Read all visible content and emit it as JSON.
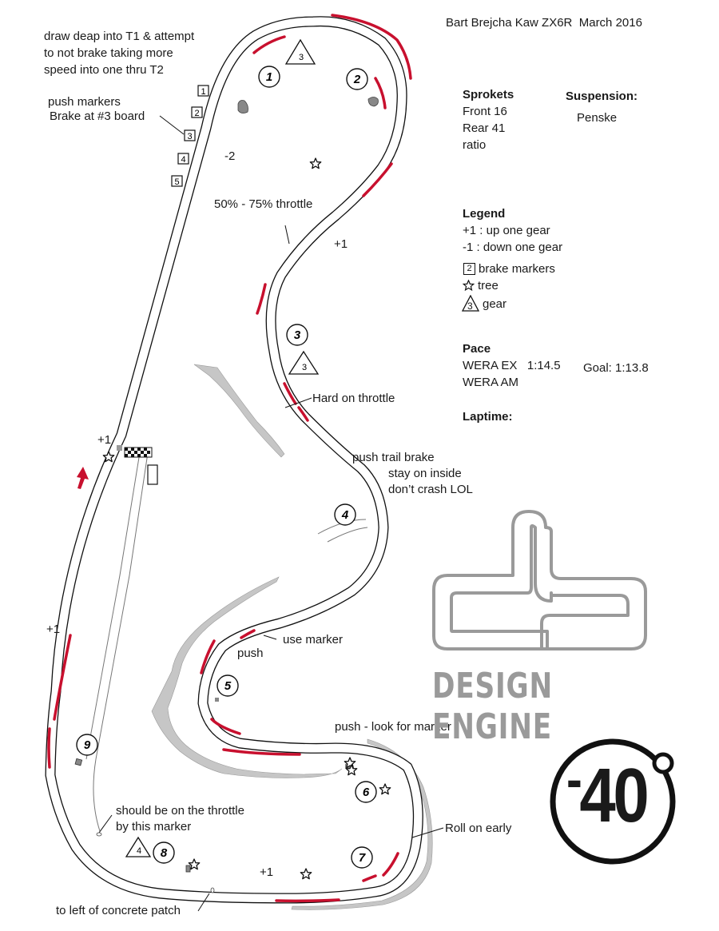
{
  "header": {
    "title": "Bart Brejcha Kaw ZX6R  March 2016"
  },
  "setup": {
    "sprockets_heading": "Sprokets",
    "front": "Front 16",
    "rear": "Rear 41",
    "ratio": "ratio",
    "suspension_heading": "Suspension:",
    "suspension_value": "Penske"
  },
  "legend": {
    "heading": "Legend",
    "up": "+1 : up one gear",
    "down": "-1 : down one gear",
    "brake_marker_glyph": "2",
    "brake_markers": "brake markers",
    "tree": "tree",
    "gear_glyph": "3",
    "gear": "gear"
  },
  "pace": {
    "heading": "Pace",
    "wera_ex": "WERA EX   1:14.5",
    "wera_am": "WERA AM",
    "goal": "Goal: 1:13.8",
    "laptime_heading": "Laptime:"
  },
  "turns": [
    "1",
    "2",
    "3",
    "4",
    "5",
    "6",
    "7",
    "8",
    "9"
  ],
  "gear_triangles": [
    "3",
    "3",
    "4"
  ],
  "brake_boards": [
    "1",
    "2",
    "3",
    "4",
    "5"
  ],
  "notes": {
    "t1_line1": "draw deap into T1 & attempt",
    "t1_line2": "to not brake taking more",
    "t1_line3": "speed into one thru T2",
    "push_markers": "push markers",
    "brake_board": "Brake at #3 board",
    "down_two": "-2",
    "throttle_pct": "50% - 75% throttle",
    "plus_one_a": "+1",
    "hard_throttle": "Hard on throttle",
    "plus_one_start": "+1",
    "trail_brake": "push trail brake",
    "stay_inside": "stay on inside",
    "dont_crash": "don’t crash LOL",
    "use_marker": "use marker",
    "push": "push",
    "plus_one_b": "+1",
    "push_look": "push - look for marker",
    "should_throttle_1": "should be on the throttle",
    "should_throttle_2": "by this marker",
    "roll_on": "Roll on early",
    "plus_one_c": "+1",
    "concrete": "to left of concrete patch"
  },
  "logo": {
    "name": "DESIGN ENGINE",
    "badge": "-40",
    "badge_sign": "-",
    "badge_number": "40"
  },
  "colors": {
    "track": "#111111",
    "curbing": "#c8102e",
    "runoff": "#c6c6c6",
    "logo": "#9a9a9a"
  }
}
